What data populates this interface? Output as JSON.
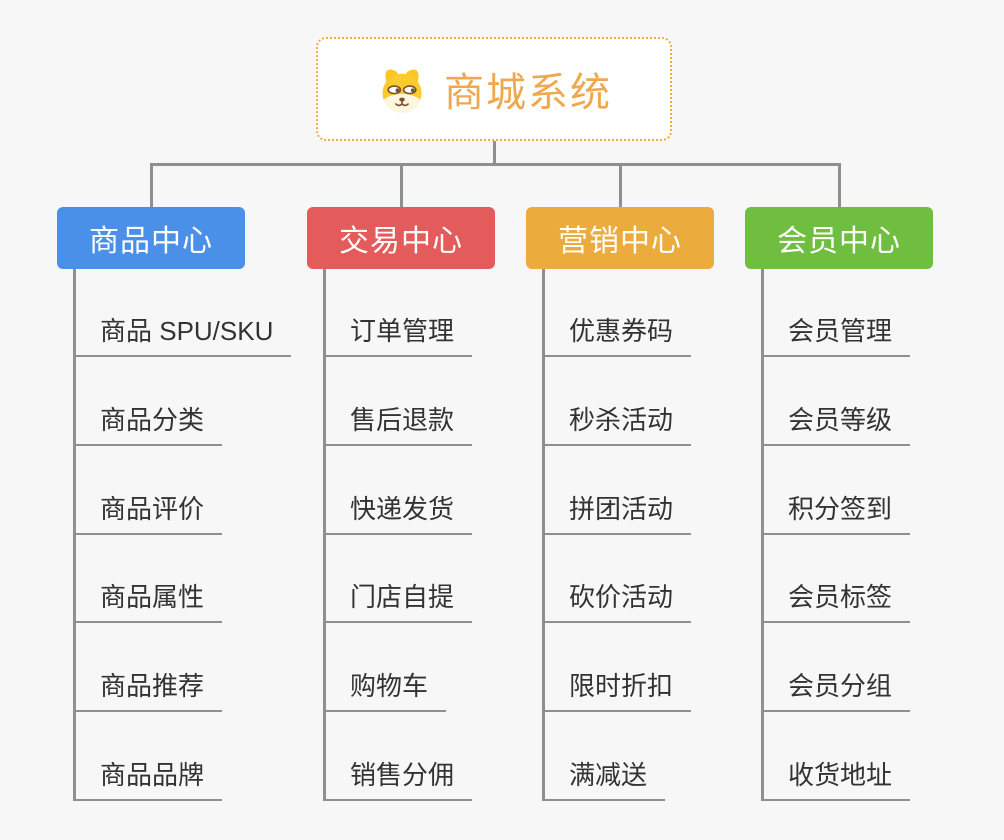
{
  "page": {
    "background_color": "#f7f7f7",
    "connector_color": "#8f8f8f"
  },
  "root": {
    "title": "商城系统",
    "title_color": "#F0A850",
    "border_color": "#F5A93F",
    "icon": "dog-face-icon"
  },
  "branches": [
    {
      "label": "商品中心",
      "color": "#4A8FE8",
      "children": [
        "商品 SPU/SKU",
        "商品分类",
        "商品评价",
        "商品属性",
        "商品推荐",
        "商品品牌"
      ]
    },
    {
      "label": "交易中心",
      "color": "#E45B5B",
      "children": [
        "订单管理",
        "售后退款",
        "快递发货",
        "门店自提",
        "购物车",
        "销售分佣"
      ]
    },
    {
      "label": "营销中心",
      "color": "#EBAB3D",
      "children": [
        "优惠券码",
        "秒杀活动",
        "拼团活动",
        "砍价活动",
        "限时折扣",
        "满减送"
      ]
    },
    {
      "label": "会员中心",
      "color": "#6FBE3F",
      "children": [
        "会员管理",
        "会员等级",
        "积分签到",
        "会员标签",
        "会员分组",
        "收货地址"
      ]
    }
  ]
}
